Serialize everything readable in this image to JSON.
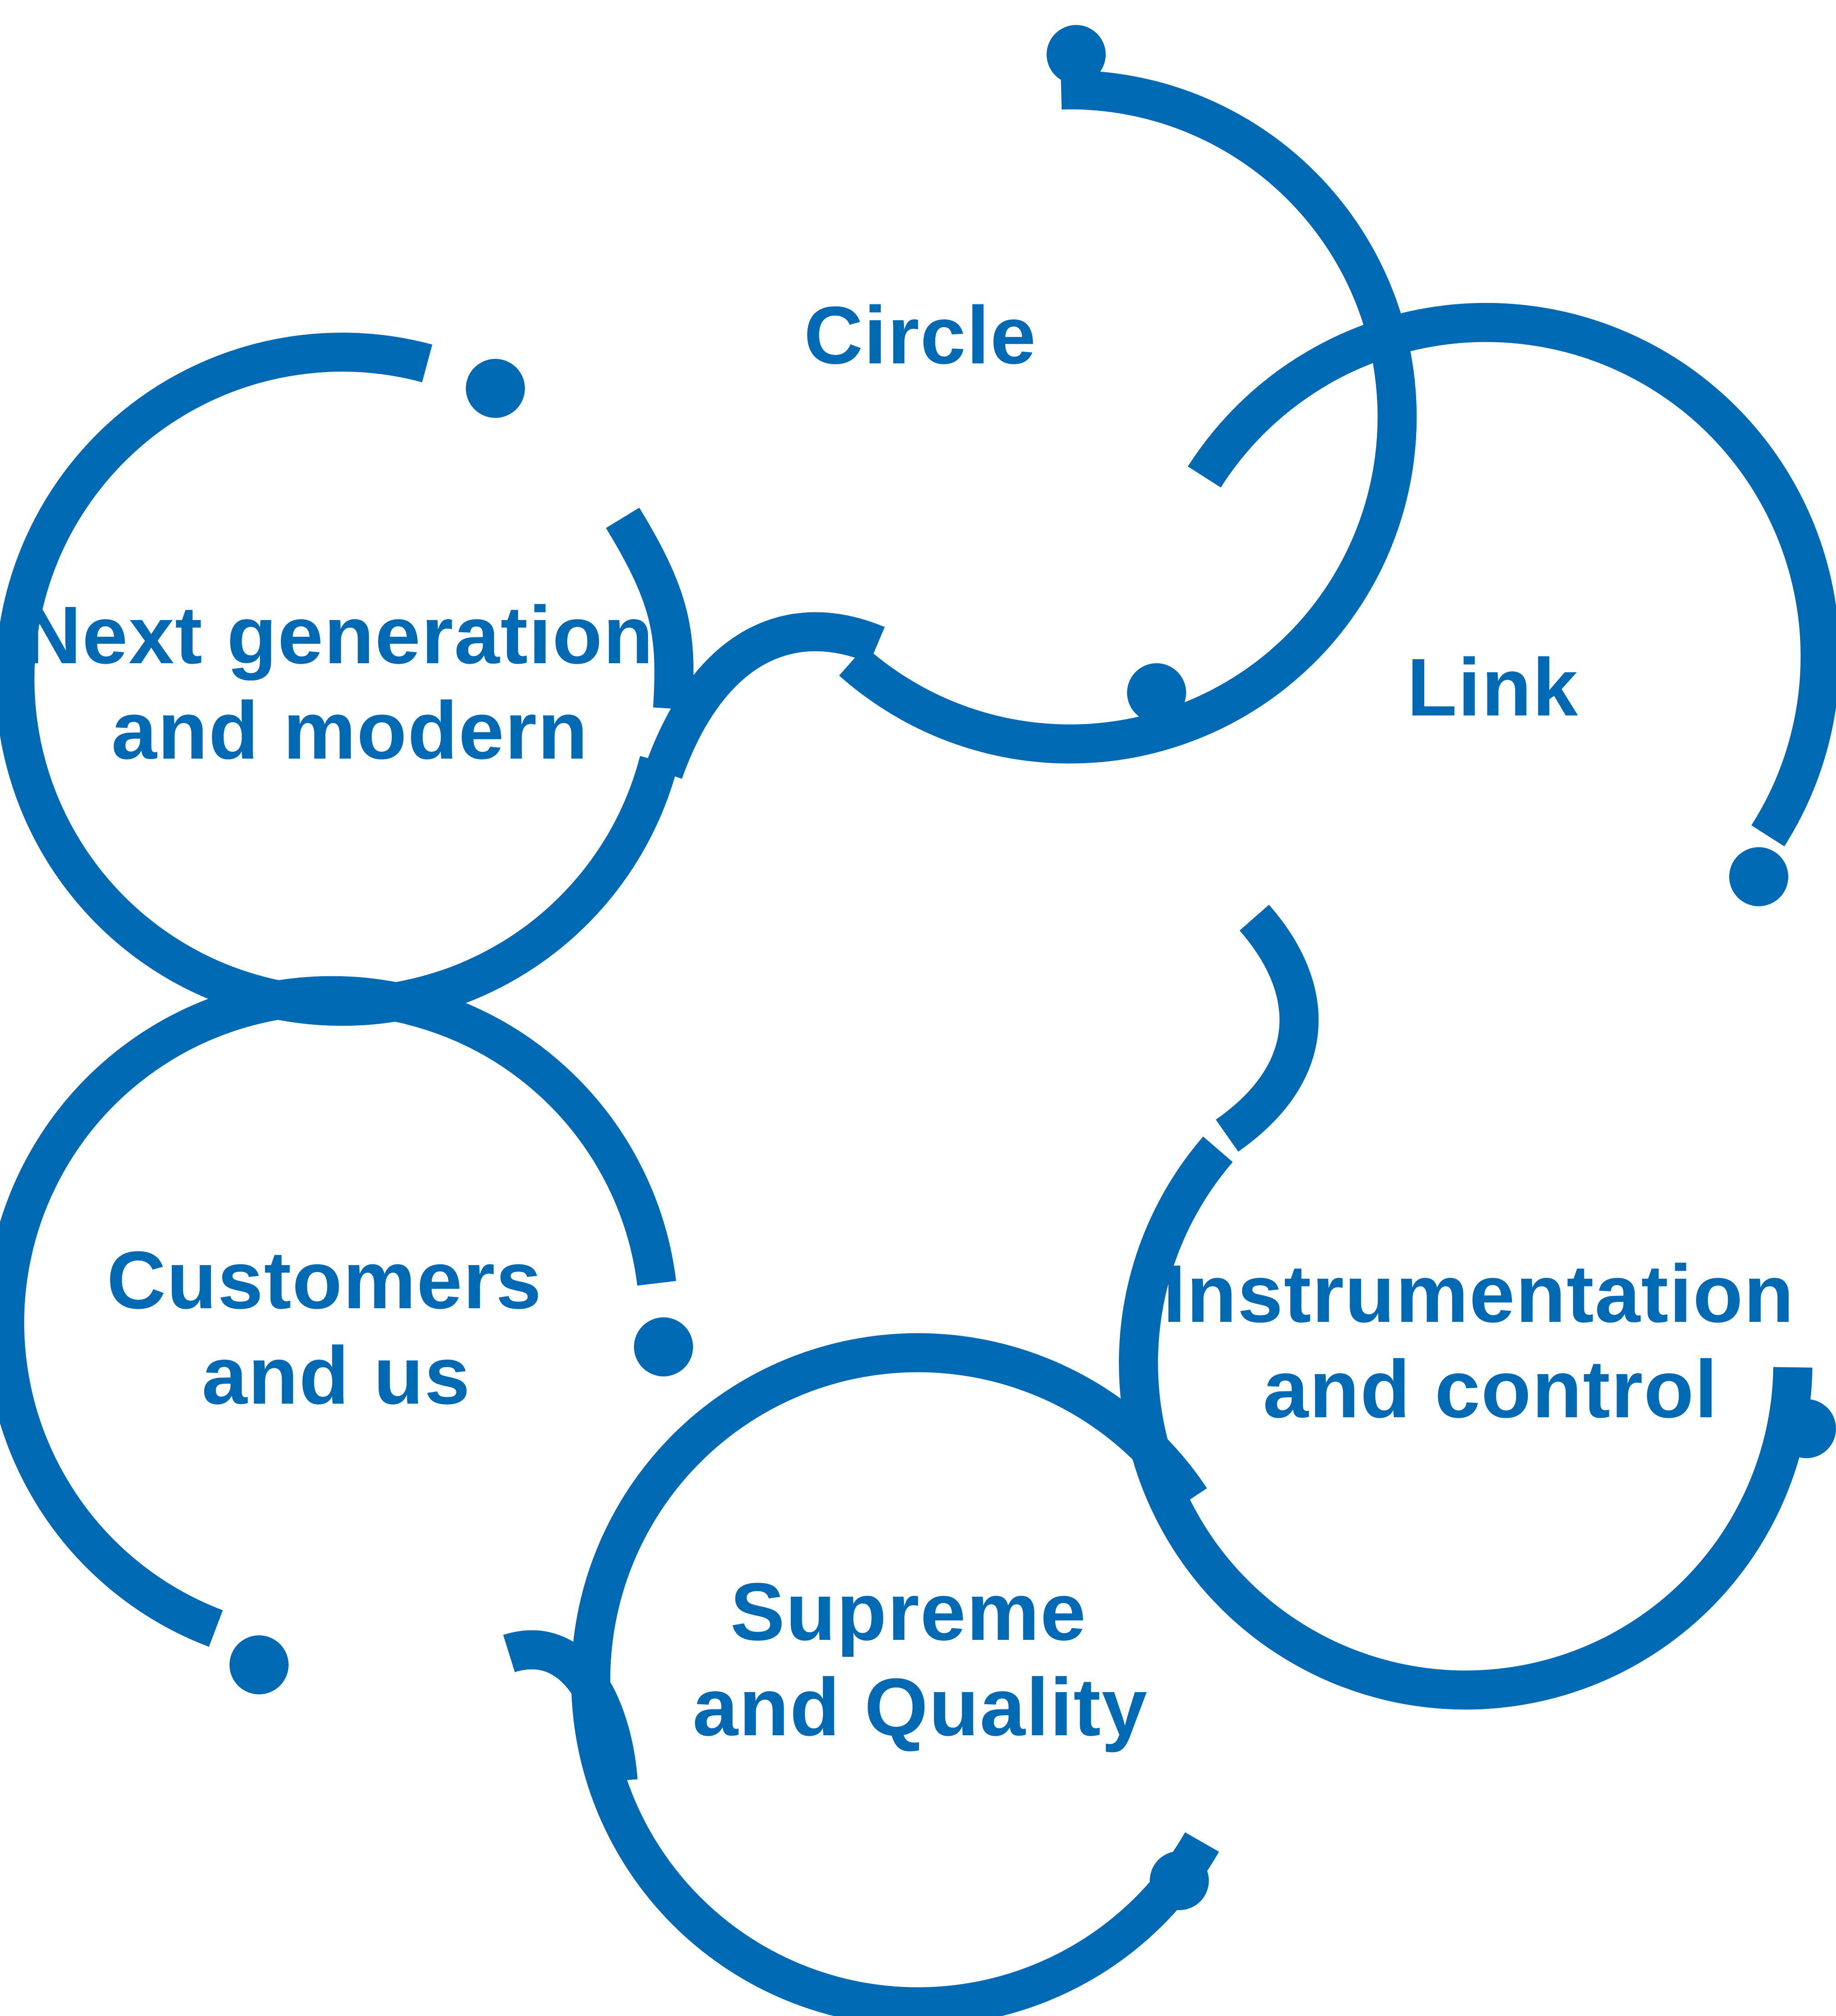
{
  "colors": {
    "stroke": "#0069b4",
    "text": "#0069b4",
    "background": "#ffffff"
  },
  "nodes": [
    {
      "id": "circle",
      "lines": [
        "Circle"
      ]
    },
    {
      "id": "link",
      "lines": [
        "Link"
      ]
    },
    {
      "id": "instrumentation",
      "lines": [
        "Instrumentation",
        "and control"
      ]
    },
    {
      "id": "supreme",
      "lines": [
        "Supreme",
        "and Quality"
      ]
    },
    {
      "id": "customers",
      "lines": [
        "Customers",
        "and us"
      ]
    },
    {
      "id": "next-generation",
      "lines": [
        "Next generation",
        "and modern"
      ]
    }
  ]
}
